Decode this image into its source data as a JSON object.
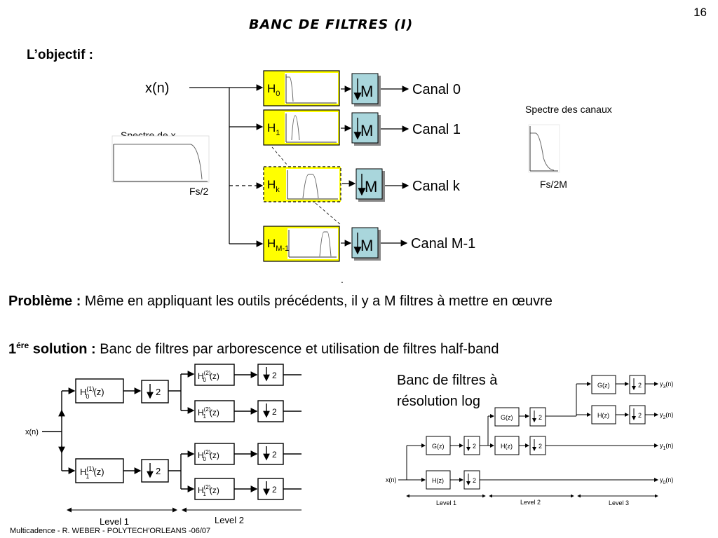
{
  "page_number": "16",
  "title": "BANC DE FILTRES (I)",
  "objective_label": "L’objectif :",
  "diagram": {
    "input_label": "x(n)",
    "spectre_x_label": "Spectre de x",
    "fs2_label": "Fs/2",
    "spectre_canaux_label": "Spectre des canaux",
    "fs2m_label": "Fs/2M",
    "decimator_label": "M",
    "filters": [
      {
        "base": "H",
        "sub": "0",
        "channel": "Canal 0"
      },
      {
        "base": "H",
        "sub": "1",
        "channel": "Canal 1"
      },
      {
        "base": "H",
        "sub": "k",
        "channel": "Canal k"
      },
      {
        "base": "H",
        "sub": "M-1",
        "channel": "Canal M-1"
      }
    ]
  },
  "probleme": {
    "label": "Problème :",
    "text": " Même en appliquant les outils précédents, il y a M filtres à mettre en œuvre"
  },
  "solution": {
    "num": "1",
    "sup": "ére",
    "label": " solution :",
    "text": " Banc de filtres par arborescence et utilisation de filtres half-band"
  },
  "tree_diagram": {
    "input": "x(n)",
    "filters": [
      "H",
      "H",
      "H",
      "H",
      "H",
      "H"
    ],
    "filter_sup": [
      "(1)",
      "(1)",
      "(2)",
      "(2)",
      "(2)",
      "(2)"
    ],
    "filter_sub": [
      "0",
      "1",
      "0",
      "1",
      "0",
      "1"
    ],
    "filter_arg": "(z)",
    "decim": "2",
    "level1": "Level 1",
    "level2": "Level 2"
  },
  "log_label_line1": "Banc de filtres à",
  "log_label_line2": "résolution log",
  "log_diagram": {
    "input": "x(n)",
    "g": "G(z)",
    "h": "H(z)",
    "decim": "2",
    "outputs": [
      "y3(n)",
      "y2(n)",
      "y1(n)",
      "y0(n)"
    ],
    "out_base": "y",
    "out_subs": [
      "3",
      "2",
      "1",
      "0"
    ],
    "out_arg": "(n)",
    "levels": [
      "Level 1",
      "Level 2",
      "Level 3"
    ]
  },
  "footer": "Multicadence - R. WEBER - POLYTECH'ORLEANS -06/07"
}
